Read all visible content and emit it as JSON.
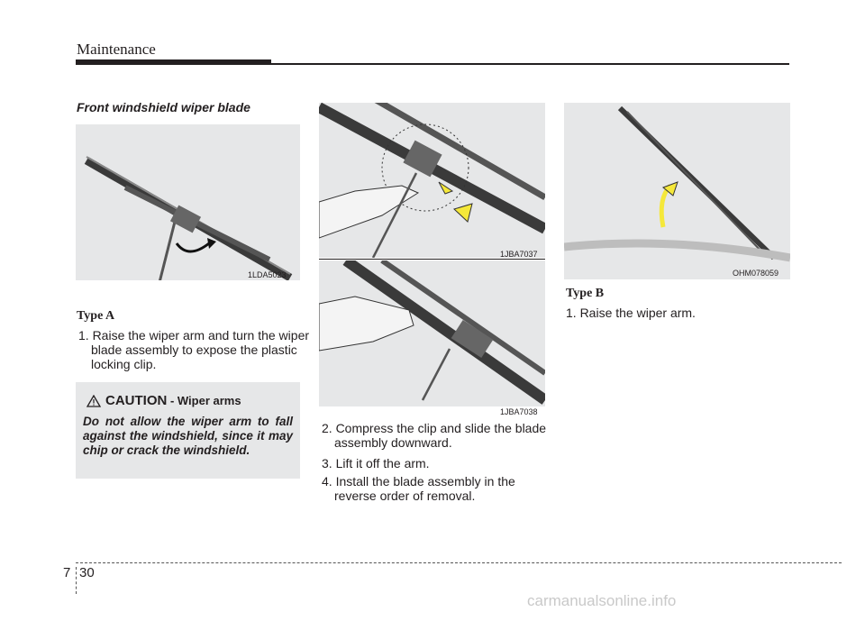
{
  "header": {
    "section": "Maintenance"
  },
  "subhead": "Front windshield wiper blade",
  "figures": [
    {
      "code": "1LDA5023"
    },
    {
      "code": "1JBA7037"
    },
    {
      "code": "1JBA7038"
    },
    {
      "code": "OHM078059"
    }
  ],
  "type_a": {
    "label": "Type A",
    "step1": "1. Raise the wiper arm and turn the wiper blade assembly to expose the plastic locking clip."
  },
  "caution": {
    "title": "CAUTION",
    "subtitle": " - Wiper arms",
    "body": "Do not allow the wiper arm to fall against the windshield, since it may chip or crack the windshield."
  },
  "steps_mid": [
    "2. Compress the clip and slide the blade assembly downward.",
    "3. Lift it off the arm.",
    "4. Install the blade assembly in the reverse order of removal."
  ],
  "type_b": {
    "label": "Type B",
    "step1": "1. Raise the wiper arm."
  },
  "footer": {
    "chapter": "7",
    "page": "30"
  },
  "watermark": "carmanualsonline.info",
  "colors": {
    "arrow_yellow": "#f5e83a",
    "figure_bg": "#e6e7e8"
  }
}
